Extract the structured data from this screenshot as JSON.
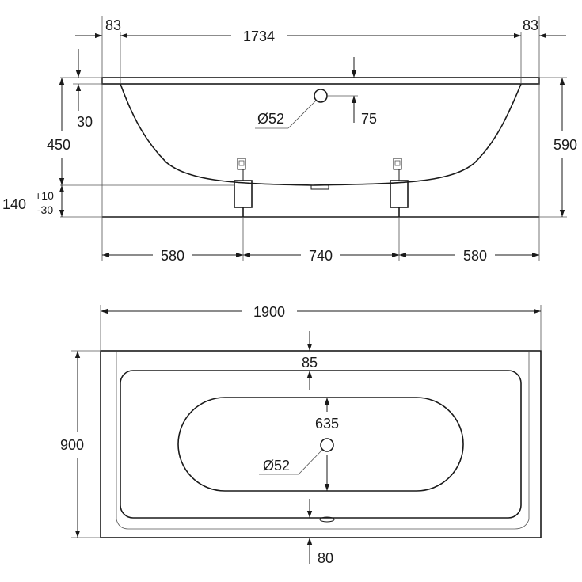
{
  "side_view": {
    "overall_length": "1734",
    "rim_left": "83",
    "rim_right": "83",
    "rim_thickness": "30",
    "depth_to_bottom": "450",
    "overall_height": "590",
    "leg_height": "140",
    "leg_tol_plus": "+10",
    "leg_tol_minus": "-30",
    "leg_offset_left": "580",
    "leg_spacing": "740",
    "leg_offset_right": "580",
    "overflow_diameter": "Ø52",
    "overflow_offset": "75"
  },
  "top_view": {
    "overall_length": "1900",
    "overall_width": "900",
    "rim_width": "85",
    "inner_width": "635",
    "drain_diameter": "Ø52",
    "drain_offset": "80"
  }
}
